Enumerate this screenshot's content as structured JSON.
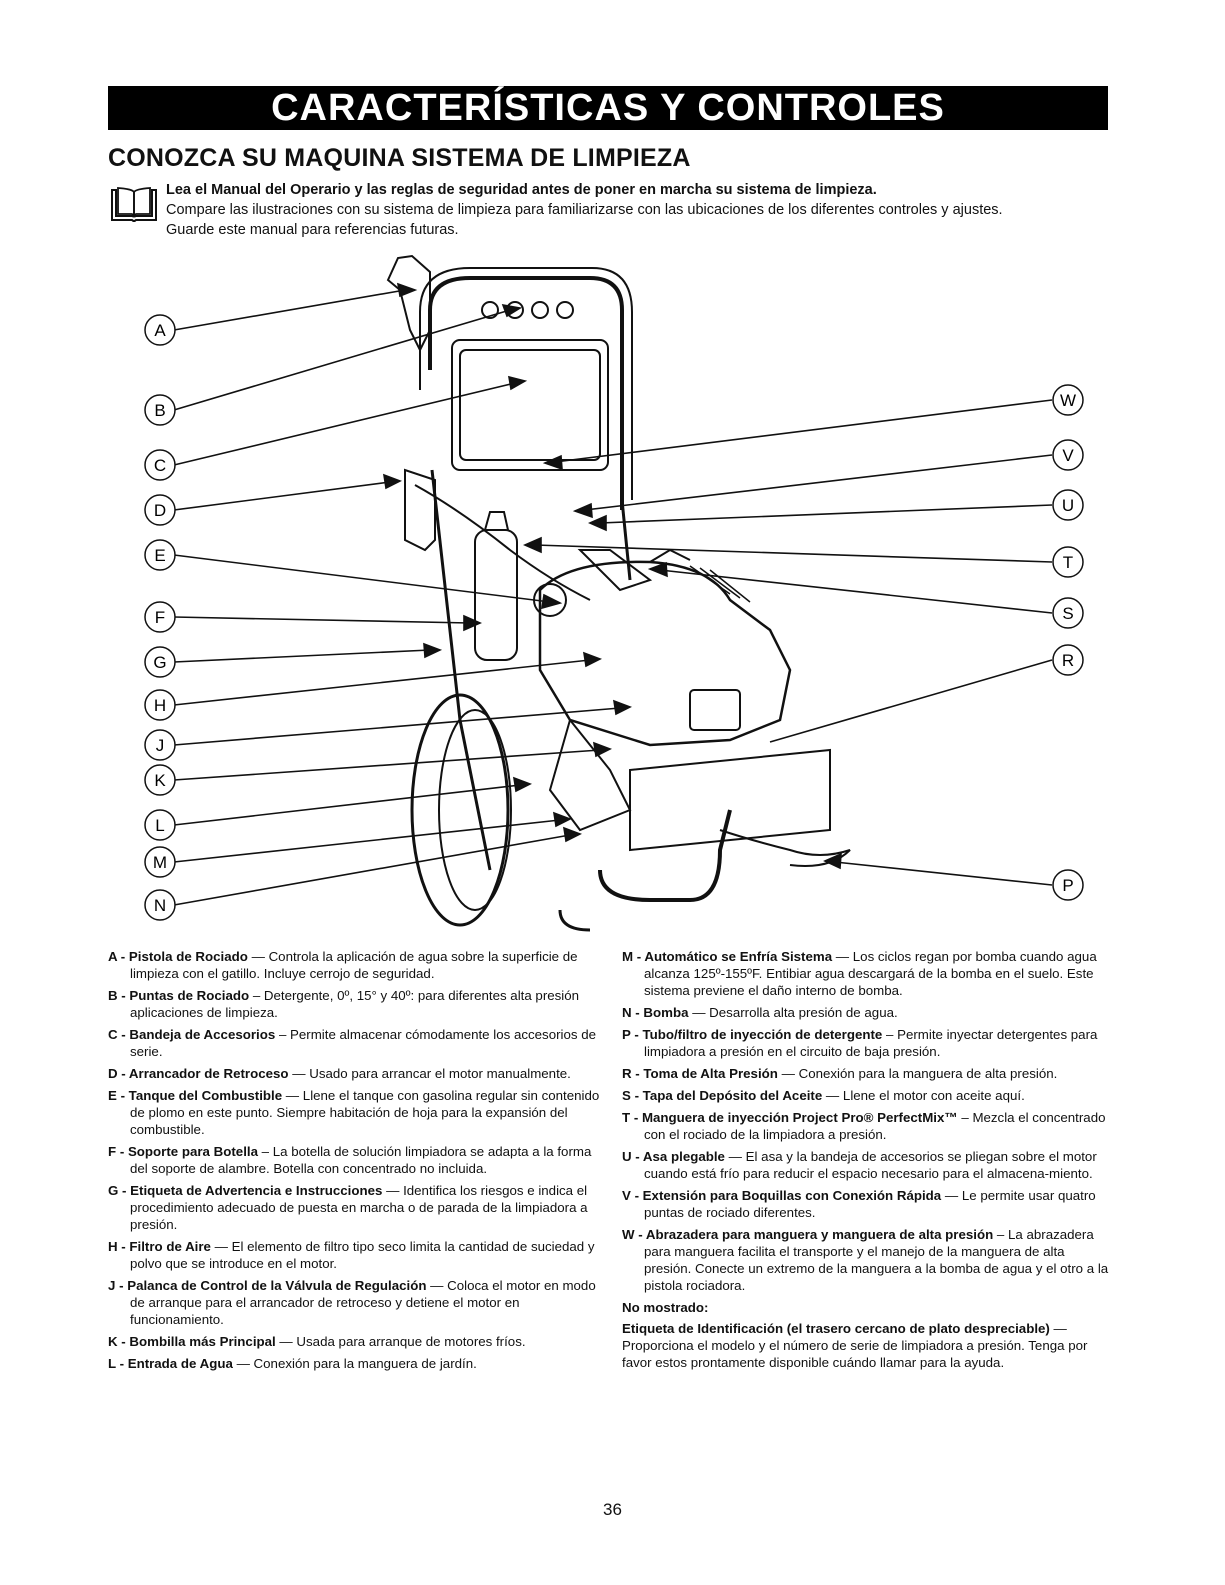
{
  "header": {
    "banner": "CARACTERÍSTICAS Y CONTROLES",
    "subtitle": "CONOZCA SU MAQUINA SISTEMA DE LIMPIEZA"
  },
  "intro": {
    "line1": "Lea el Manual del Operario y las reglas de seguridad antes de poner en marcha su sistema de limpieza.",
    "line2": "Compare las ilustraciones con su sistema de limpieza para familiarizarse con las ubicaciones de los diferentes controles y ajustes.",
    "line3": "Guarde este manual para referencias futuras."
  },
  "figure": {
    "callouts_left": [
      "A",
      "B",
      "C",
      "D",
      "E",
      "F",
      "G",
      "H",
      "J",
      "K",
      "L",
      "M",
      "N"
    ],
    "callouts_right": [
      "W",
      "V",
      "U",
      "T",
      "S",
      "R",
      "P"
    ]
  },
  "left_items": [
    {
      "term": "A - Pistola de Rociado",
      "desc": " — Controla la aplicación de agua sobre la superficie de limpieza con el gatillo. Incluye cerrojo de seguridad."
    },
    {
      "term": "B - Puntas de Rociado",
      "desc": " – Detergente, 0º, 15° y 40º: para diferentes alta presión aplicaciones de limpieza."
    },
    {
      "term": "C - Bandeja de Accesorios",
      "desc": " – Permite almacenar cómodamente los accesorios de serie."
    },
    {
      "term": "D - Arrancador de Retroceso",
      "desc": " — Usado para arrancar el motor manualmente."
    },
    {
      "term": "E - Tanque del Combustible",
      "desc": " — Llene el tanque con gasolina regular sin contenido de plomo en este punto. Siempre habitación de hoja para la expansión del combustible."
    },
    {
      "term": "F - Soporte para Botella",
      "desc": " – La botella de solución limpiadora se adapta a la forma del soporte de alambre. Botella con concentrado no incluida."
    },
    {
      "term": "G - Etiqueta de Advertencia e Instrucciones",
      "desc": " — Identifica los riesgos e indica el procedimiento adecuado de puesta en marcha o de parada de la limpiadora a presión."
    },
    {
      "term": "H - Filtro de Aire",
      "desc": " — El elemento de filtro tipo seco limita la cantidad de suciedad y polvo que se introduce en el motor."
    },
    {
      "term": "J - Palanca de Control de la Válvula de Regulación",
      "desc": " — Coloca el motor en modo de arranque para el arrancador de retroceso y detiene el motor en funcionamiento."
    },
    {
      "term": "K - Bombilla más Principal",
      "desc": " — Usada para arranque de motores fríos."
    },
    {
      "term": "L - Entrada de Agua",
      "desc": " — Conexión para la manguera de jardín."
    }
  ],
  "right_items": [
    {
      "term": "M - Automático se Enfría Sistema",
      "desc": " — Los ciclos regan por bomba cuando agua alcanza 125º-155ºF. Entibiar agua descargará de la bomba en el suelo. Este sistema previene el daño interno de bomba."
    },
    {
      "term": "N - Bomba",
      "desc": " — Desarrolla alta presión de agua."
    },
    {
      "term": "P - Tubo/filtro de inyección de detergente",
      "desc": " – Permite inyectar detergentes para limpiadora a presión en el circuito de baja presión."
    },
    {
      "term": "R - Toma de Alta Presión",
      "desc": " — Conexión para la manguera de alta presión."
    },
    {
      "term": "S - Tapa del Depósito del Aceite",
      "desc": " — Llene el motor con aceite aquí."
    },
    {
      "term": "T - Manguera de inyección Project Pro® PerfectMix™",
      "desc": " – Mezcla el concentrado con el rociado de la limpiadora a presión."
    },
    {
      "term": "U - Asa plegable",
      "desc": " — El asa y la bandeja de accesorios se pliegan sobre el motor cuando está frío para reducir el espacio necesario para el almacena-miento."
    },
    {
      "term": "V - Extensión para Boquillas con Conexión Rápida",
      "desc": " — Le permite usar quatro puntas de rociado diferentes."
    },
    {
      "term": "W - Abrazadera para manguera y manguera de alta presión",
      "desc": " – La abrazadera para manguera facilita el transporte y el manejo de la manguera de alta presión. Conecte un extremo de la manguera a la bomba de agua y el otro a la pistola rociadora."
    }
  ],
  "not_shown": {
    "heading": "No mostrado:",
    "term": "Etiqueta de Identificación (el trasero cercano de plato despreciable)",
    "desc": " — Proporciona el modelo y el número de serie de limpiadora a presión. Tenga por favor estos prontamente disponible cuándo llamar para la ayuda."
  },
  "page_number": "36"
}
